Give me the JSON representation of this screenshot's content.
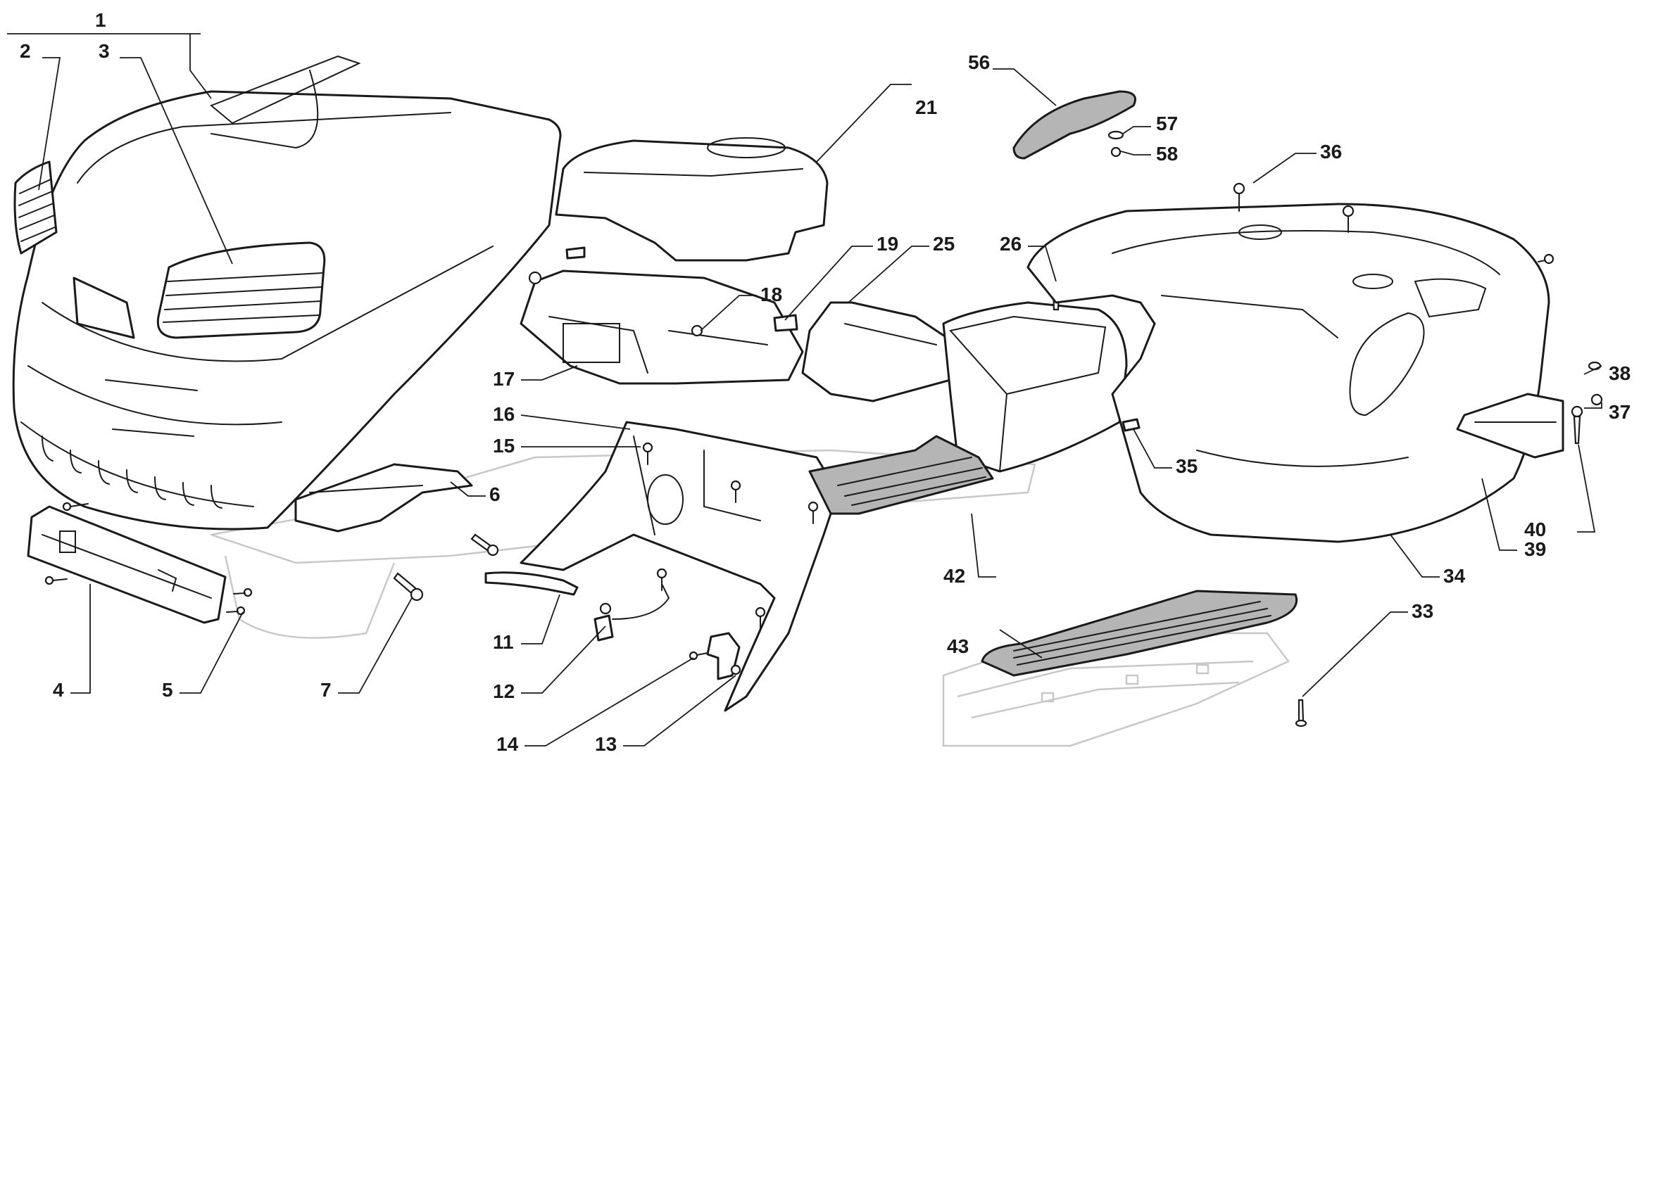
{
  "callouts": [
    {
      "id": "1",
      "text": "1"
    },
    {
      "id": "2",
      "text": "2"
    },
    {
      "id": "3",
      "text": "3"
    },
    {
      "id": "4",
      "text": "4"
    },
    {
      "id": "5",
      "text": "5"
    },
    {
      "id": "6",
      "text": "6"
    },
    {
      "id": "7",
      "text": "7"
    },
    {
      "id": "11",
      "text": "11"
    },
    {
      "id": "12",
      "text": "12"
    },
    {
      "id": "13",
      "text": "13"
    },
    {
      "id": "14",
      "text": "14"
    },
    {
      "id": "15",
      "text": "15"
    },
    {
      "id": "16",
      "text": "16"
    },
    {
      "id": "17",
      "text": "17"
    },
    {
      "id": "18",
      "text": "18"
    },
    {
      "id": "19",
      "text": "19"
    },
    {
      "id": "21",
      "text": "21"
    },
    {
      "id": "25",
      "text": "25"
    },
    {
      "id": "26",
      "text": "26"
    },
    {
      "id": "33",
      "text": "33"
    },
    {
      "id": "34",
      "text": "34"
    },
    {
      "id": "35",
      "text": "35"
    },
    {
      "id": "36",
      "text": "36"
    },
    {
      "id": "37",
      "text": "37"
    },
    {
      "id": "38",
      "text": "38"
    },
    {
      "id": "39",
      "text": "39"
    },
    {
      "id": "40",
      "text": "40"
    },
    {
      "id": "42",
      "text": "42"
    },
    {
      "id": "43",
      "text": "43"
    },
    {
      "id": "56",
      "text": "56"
    },
    {
      "id": "57",
      "text": "57"
    },
    {
      "id": "58",
      "text": "58"
    }
  ],
  "colors": {
    "line": "#1a1a1a",
    "ghost": "#c8c8c8",
    "mat": "#b5b5b5",
    "background": "#ffffff"
  }
}
